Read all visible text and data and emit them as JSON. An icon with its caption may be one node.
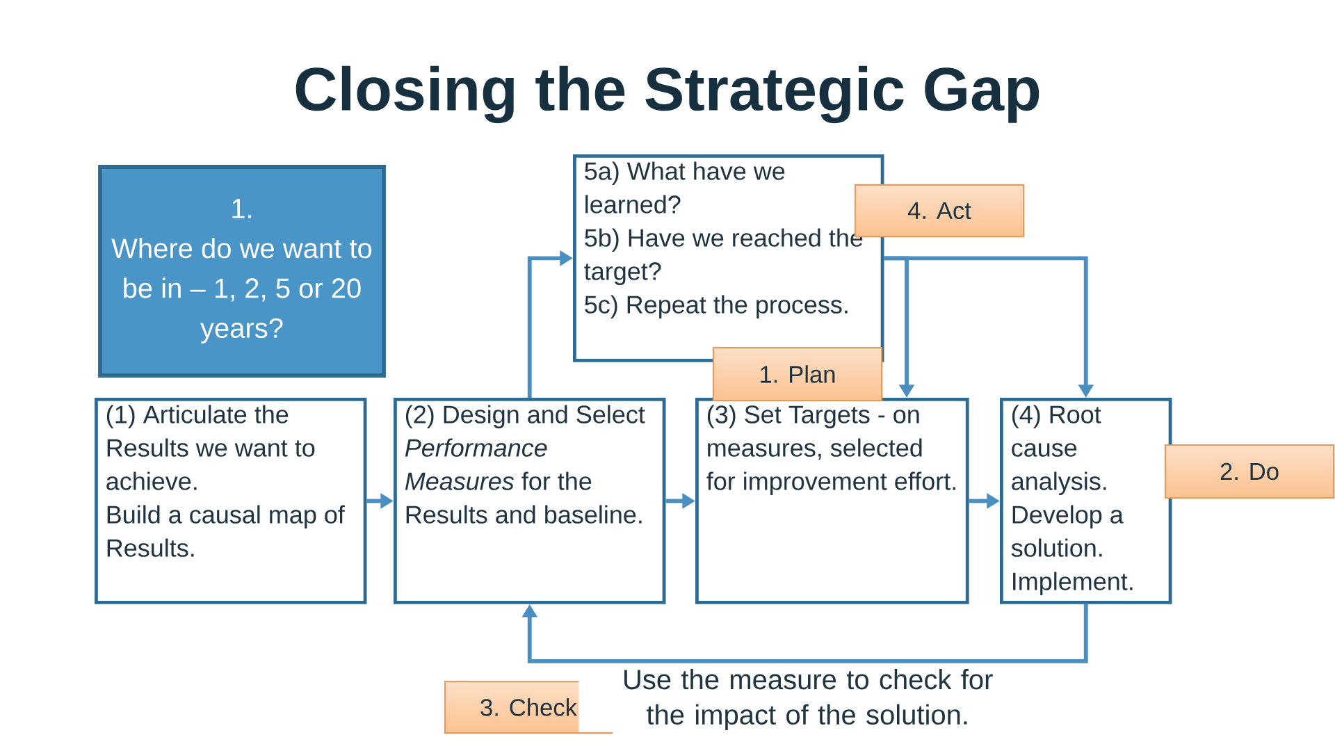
{
  "diagram": {
    "title": "Closing the Strategic Gap",
    "nodes": [
      {
        "text": [
          "1.",
          "Where do we want to be in – 1, 2, 5 or 20 years?"
        ]
      },
      {
        "text": [
          "(1) Articulate the Results we want to achieve.",
          "Build a causal map of Results."
        ]
      },
      {
        "text": [
          "(2) Design and Select *Performance Measures* for the Results and baseline."
        ]
      },
      {
        "text": [
          "5a) What have we learned?",
          "5b) Have we reached the target?",
          "5c) Repeat the process."
        ]
      },
      {
        "text": [
          "(3) Set Targets - on measures, selected for improvement effort."
        ]
      },
      {
        "text": [
          "(4) Root cause analysis.",
          "Develop a solution.",
          "Implement."
        ]
      },
      {
        "text": [
          "4. Act"
        ]
      },
      {
        "text": [
          "1. Plan"
        ]
      },
      {
        "text": [
          "2. Do"
        ]
      },
      {
        "text": [
          "3. Check"
        ]
      }
    ],
    "edges": [
      {
        "from": 1,
        "to": 2,
        "arrow": "to"
      },
      {
        "from": 2,
        "to": 4,
        "arrow": "to"
      },
      {
        "from": 4,
        "to": 5,
        "arrow": "to"
      },
      {
        "from": 2,
        "to": 3,
        "arrow": "to"
      },
      {
        "from": 3,
        "to": 4,
        "arrow": "to"
      },
      {
        "from": 3,
        "to": 5,
        "arrow": "to"
      },
      {
        "from": 5,
        "to": 2,
        "arrow": "to",
        "label": "Use the measure to check for the impact of the solution."
      }
    ]
  }
}
